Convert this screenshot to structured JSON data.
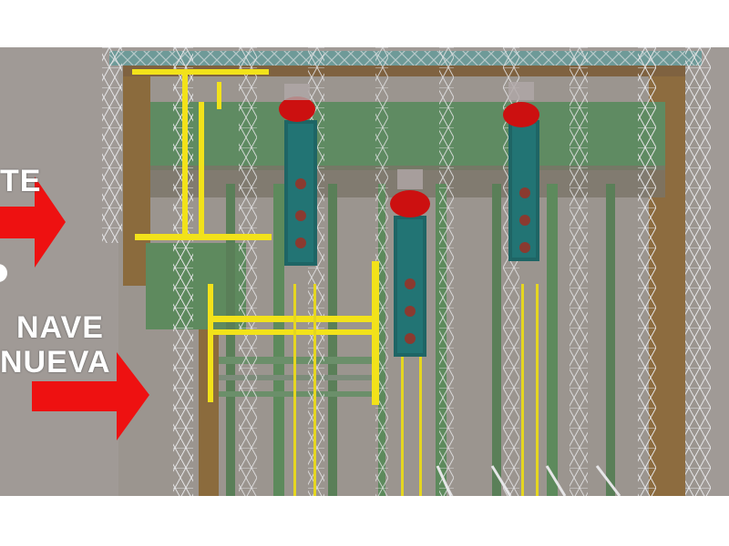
{
  "labels": {
    "upper_cut": "TE",
    "nave_1": "NAVE",
    "nave_2": "NUEVA"
  },
  "colors": {
    "background_gray": "#a09a96",
    "arrow_red": "#ee1111",
    "crane_yellow": "#f2e21a",
    "beam_green": "#5e8a60",
    "wall_brown": "#8a6a3e",
    "floor_gray": "#9c9690",
    "truss_white": "#e8e8ea",
    "hook_red": "#cc1010",
    "trolley_teal": "#1e6a6a"
  }
}
